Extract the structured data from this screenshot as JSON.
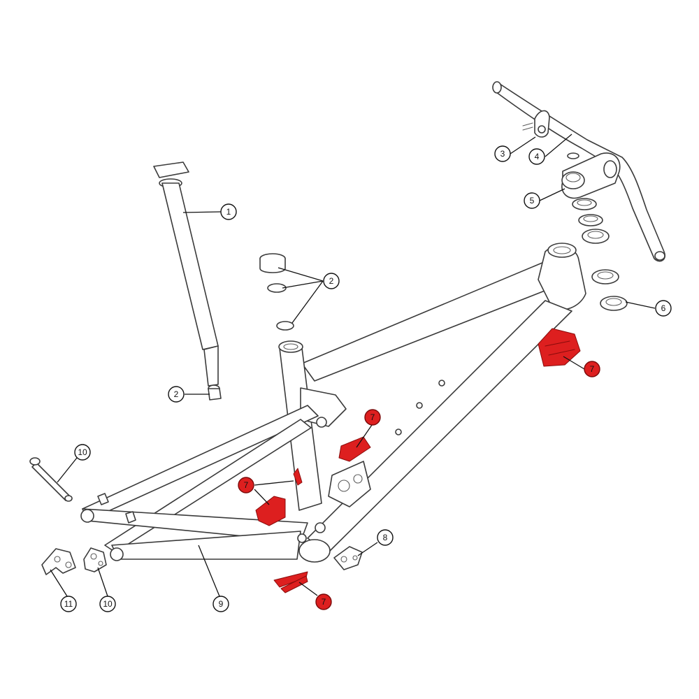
{
  "diagram": {
    "highlight_color": "#dd1f1f",
    "line_color": "#3a3a3a",
    "callouts": [
      {
        "id": "c1",
        "label": "1",
        "style": "plain"
      },
      {
        "id": "c2a",
        "label": "2",
        "style": "plain"
      },
      {
        "id": "c2b",
        "label": "2",
        "style": "plain"
      },
      {
        "id": "c3",
        "label": "3",
        "style": "plain"
      },
      {
        "id": "c4",
        "label": "4",
        "style": "plain"
      },
      {
        "id": "c5",
        "label": "5",
        "style": "plain"
      },
      {
        "id": "c6",
        "label": "6",
        "style": "plain"
      },
      {
        "id": "c7a",
        "label": "7",
        "style": "highlight"
      },
      {
        "id": "c7b",
        "label": "7",
        "style": "highlight"
      },
      {
        "id": "c7c",
        "label": "7",
        "style": "highlight"
      },
      {
        "id": "c7d",
        "label": "7",
        "style": "highlight"
      },
      {
        "id": "c8",
        "label": "8",
        "style": "plain"
      },
      {
        "id": "c9",
        "label": "9",
        "style": "plain"
      },
      {
        "id": "c10a",
        "label": "10",
        "style": "plain"
      },
      {
        "id": "c10b",
        "label": "10",
        "style": "plain"
      },
      {
        "id": "c11",
        "label": "11",
        "style": "plain"
      }
    ]
  }
}
